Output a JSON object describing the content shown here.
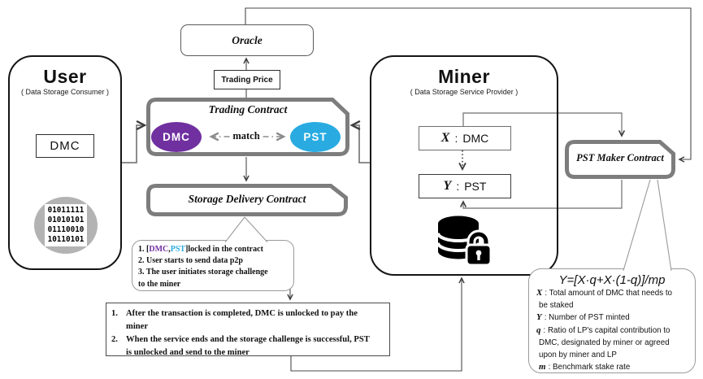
{
  "user": {
    "title": "User",
    "subtitle": "( Data Storage Consumer )",
    "token_label": "DMC",
    "binary_lines": [
      "01011111",
      "01010101",
      "01110010",
      "10110101"
    ]
  },
  "oracle": {
    "label": "Oracle"
  },
  "trading_price": {
    "label": "Trading Price"
  },
  "trading_contract": {
    "title": "Trading Contract",
    "dmc_label": "DMC",
    "pst_label": "PST",
    "match_label": "match"
  },
  "storage_delivery_contract": {
    "title": "Storage Delivery Contract"
  },
  "miner": {
    "title": "Miner",
    "subtitle": "( Data Storage  Service Provider )",
    "x_var": "X",
    "x_sep": ":",
    "x_token": "DMC",
    "y_var": "Y",
    "y_sep": ":",
    "y_token": "PST"
  },
  "pst_maker_contract": {
    "title": "PST Maker Contract"
  },
  "contract_callout": {
    "line1_prefix": "1. [",
    "line1_dmc": "DMC",
    "line1_comma": ",",
    "line1_pst": "PST",
    "line1_suffix": "]locked in the contract",
    "line2": "2. User starts to send data p2p",
    "line3": "3. The user initiates storage challenge",
    "line4": "to the miner"
  },
  "settlement_note": {
    "item1_num": "1.",
    "item1_line1": "After the transaction is completed, DMC is unlocked to pay the",
    "item1_line2": "miner",
    "item2_num": "2.",
    "item2_line1": "When the service ends and the storage challenge is successful, PST",
    "item2_line2": "is unlocked and send to the miner"
  },
  "formula_callout": {
    "formula": "Y=[X·q+X·(1-q)]/mp",
    "definitions": [
      {
        "term": "X",
        "text": ": Total amount of DMC that needs to"
      },
      {
        "term": "",
        "text": "be staked"
      },
      {
        "term": "Y",
        "text": ": Number of PST minted"
      },
      {
        "term": "q",
        "text": ": Ratio of LP's capital contribution to"
      },
      {
        "term": "",
        "text": "DMC, designated by miner or agreed"
      },
      {
        "term": "",
        "text": "upon by miner and LP"
      },
      {
        "term": "m",
        "text": ": Benchmark stake rate"
      }
    ]
  },
  "colors": {
    "dmc_purple": "#7030A0",
    "pst_cyan": "#29ABE2",
    "contract_border": "#7d7d7d",
    "icon_gray": "#b3b3b3"
  }
}
